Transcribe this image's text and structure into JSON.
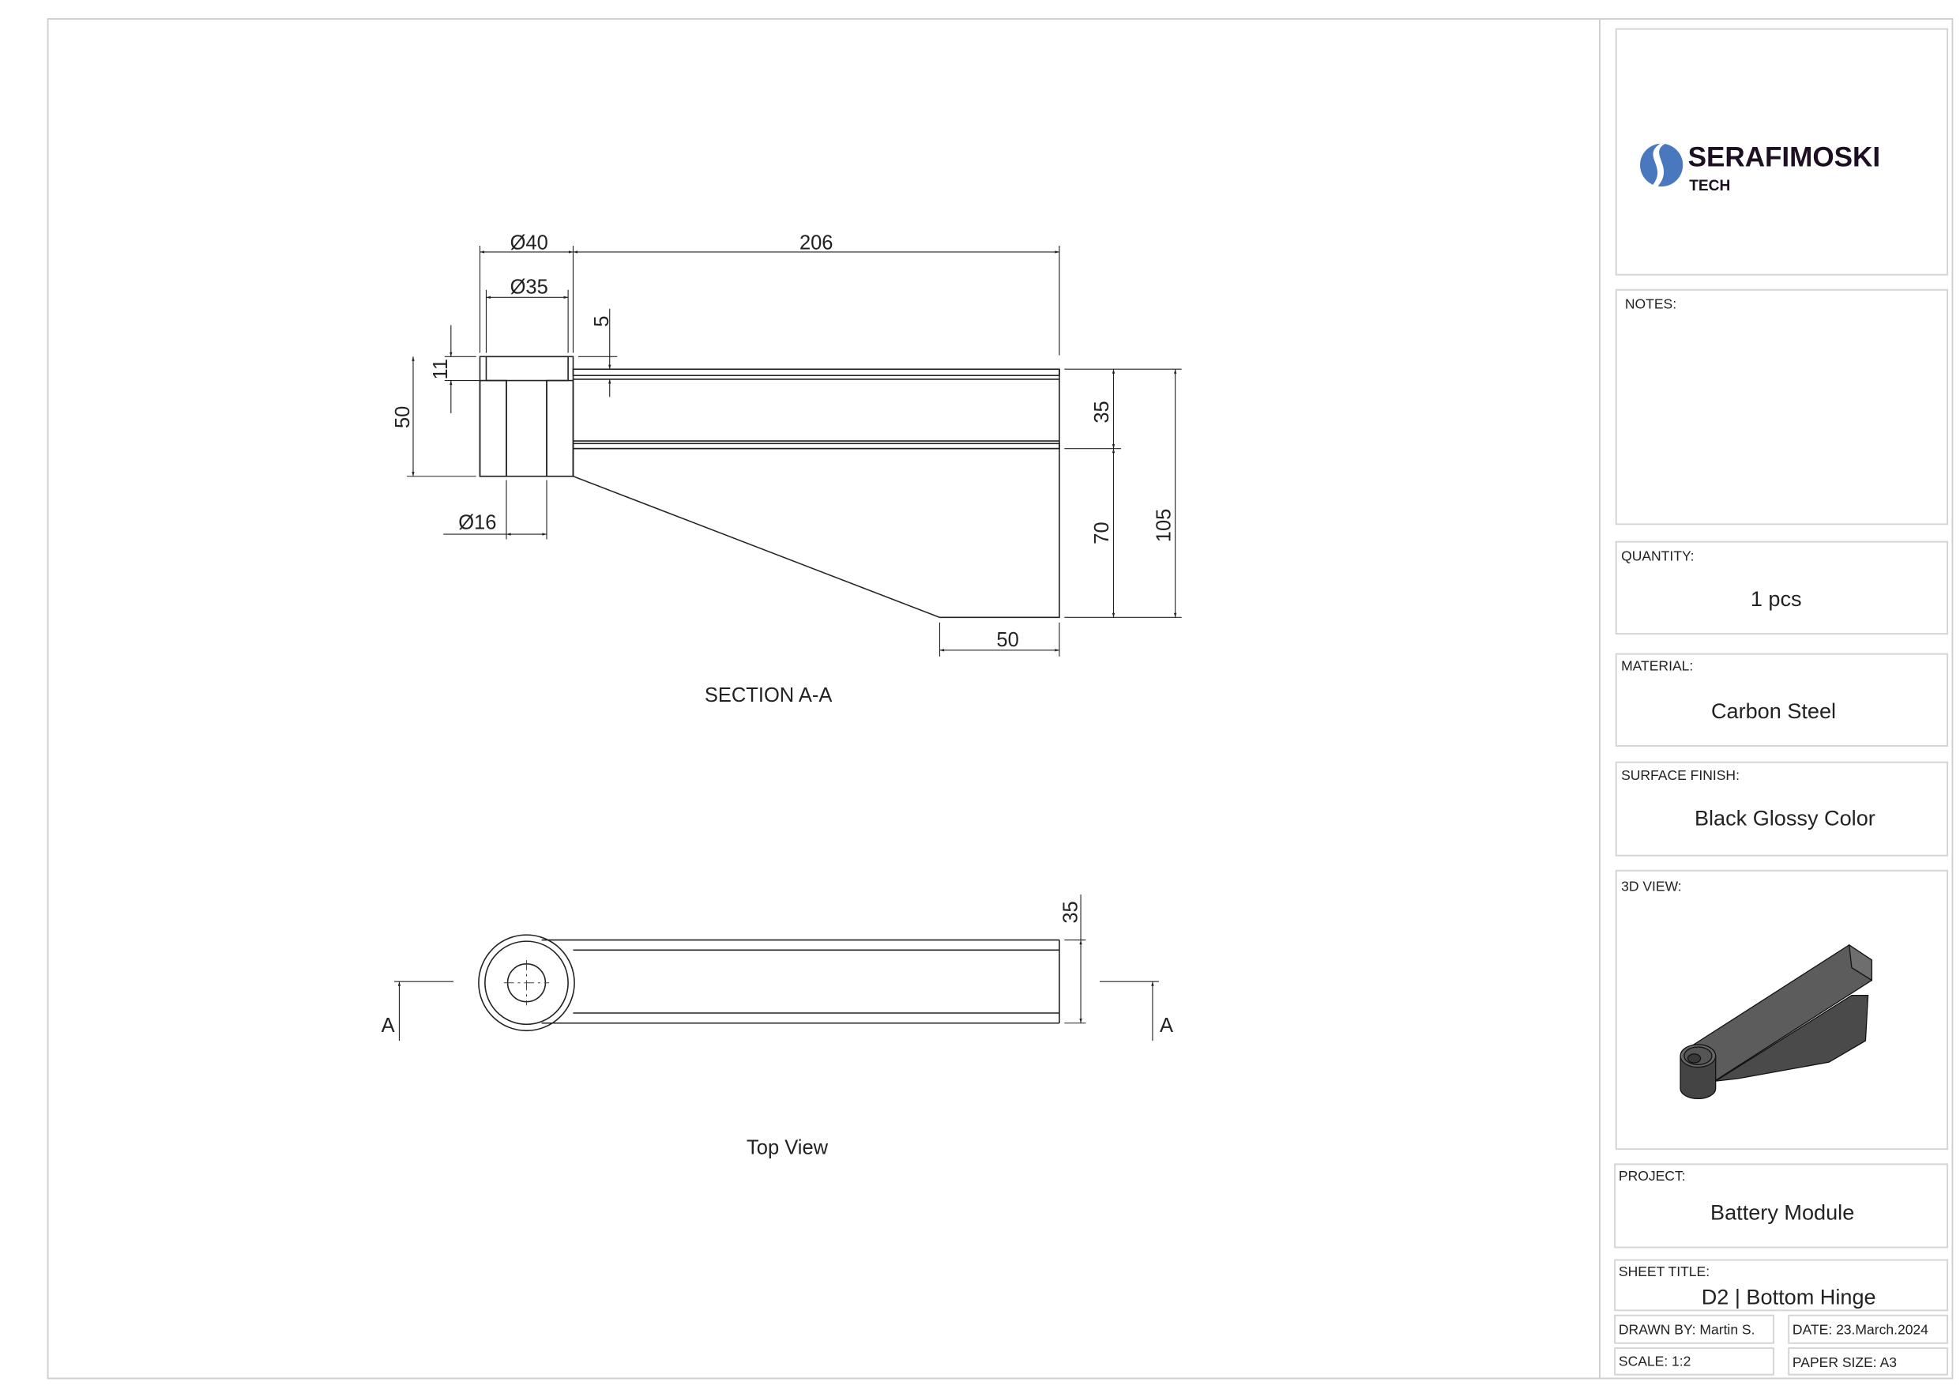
{
  "logo": {
    "name": "SERAFIMOSKI",
    "sub": "TECH",
    "color": "#4a78bf"
  },
  "section_view": {
    "title": "SECTION A-A",
    "dims": {
      "d40": "Ø40",
      "len206": "206",
      "d35": "Ø35",
      "wall5": "5",
      "depth11": "11",
      "h50": "50",
      "d16": "Ø16",
      "h35": "35",
      "h70": "70",
      "h105": "105",
      "w50": "50"
    }
  },
  "top_view": {
    "title": "Top View",
    "dim35": "35",
    "section_mark_left": "A",
    "section_mark_right": "A"
  },
  "title_block": {
    "notes_label": "NOTES:",
    "quantity_label": "QUANTITY:",
    "quantity": "1 pcs",
    "material_label": "MATERIAL:",
    "material": "Carbon Steel",
    "finish_label": "SURFACE FINISH:",
    "finish": "Black Glossy Color",
    "view3d_label": "3D VIEW:",
    "project_label": "PROJECT:",
    "project": "Battery Module",
    "sheet_title_label": "SHEET TITLE:",
    "sheet_title": "D2 | Bottom Hinge",
    "drawn_by": "DRAWN BY: Martin S.",
    "date": "DATE: 23.March.2024",
    "scale": "SCALE: 1:2",
    "paper_size": "PAPER SIZE: A3"
  }
}
